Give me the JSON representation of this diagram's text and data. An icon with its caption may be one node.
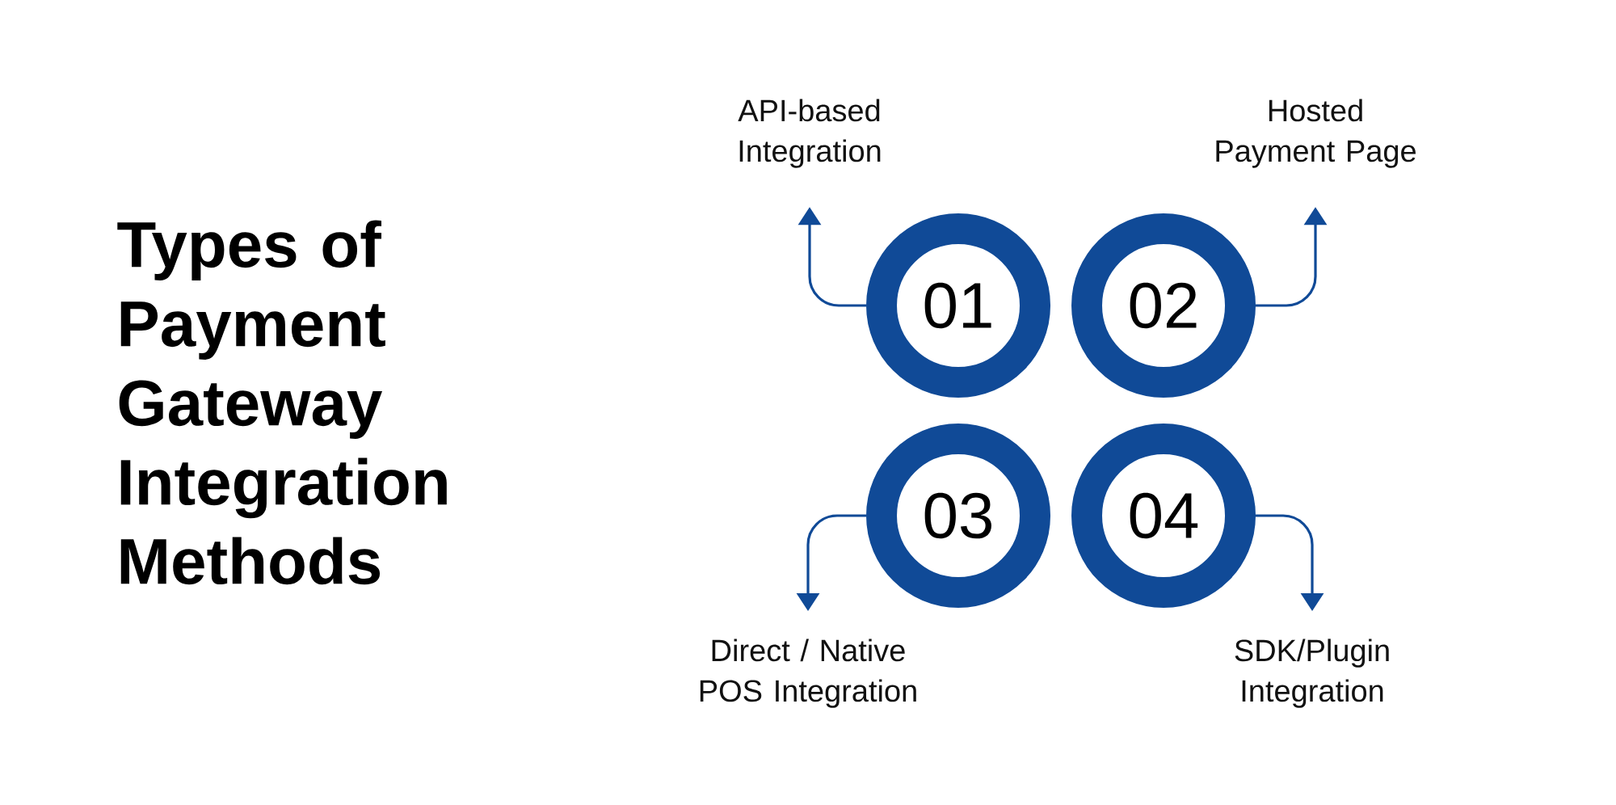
{
  "diagram": {
    "title": "Types of Payment Gateway Integration Methods",
    "nodes": [
      {
        "text": [
          "API-based Integration"
        ]
      },
      {
        "text": [
          "Hosted Payment Page"
        ]
      },
      {
        "text": [
          "01"
        ]
      },
      {
        "text": [
          "02"
        ]
      },
      {
        "text": [
          "03"
        ]
      },
      {
        "text": [
          "04"
        ]
      },
      {
        "text": [
          "Direct / Native POS Integration"
        ]
      },
      {
        "text": [
          "SDK/Plugin Integration"
        ]
      }
    ],
    "edges": [
      {
        "from": 2,
        "to": 0,
        "arrow": "to"
      },
      {
        "from": 3,
        "to": 1,
        "arrow": "to"
      },
      {
        "from": 4,
        "to": 6,
        "arrow": "to"
      },
      {
        "from": 5,
        "to": 7,
        "arrow": "to"
      }
    ]
  }
}
